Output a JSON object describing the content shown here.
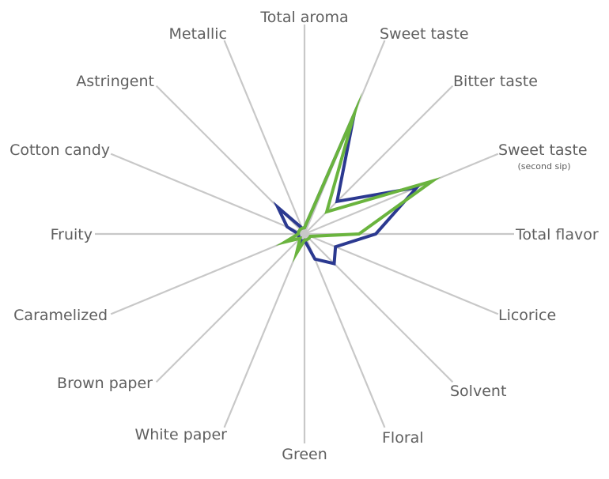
{
  "chart_data": {
    "type": "radar",
    "axes": [
      {
        "label": "Total aroma"
      },
      {
        "label": "Sweet taste"
      },
      {
        "label": "Bitter taste"
      },
      {
        "label": "Sweet taste",
        "sublabel": "(second sip)"
      },
      {
        "label": "Total flavor"
      },
      {
        "label": "Licorice"
      },
      {
        "label": "Solvent"
      },
      {
        "label": "Floral"
      },
      {
        "label": "Green"
      },
      {
        "label": "White paper"
      },
      {
        "label": "Brown paper"
      },
      {
        "label": "Caramelized"
      },
      {
        "label": "Fruity"
      },
      {
        "label": "Cotton candy"
      },
      {
        "label": "Astringent"
      },
      {
        "label": "Metallic"
      }
    ],
    "rmax": 10,
    "series": [
      {
        "color": "#2b3990",
        "values": [
          0.3,
          6.2,
          2.2,
          5.8,
          3.4,
          1.6,
          2.0,
          1.3,
          0.3,
          0.4,
          0.3,
          0.3,
          0.3,
          0.9,
          1.8,
          0.3
        ]
      },
      {
        "color": "#6ab43e",
        "values": [
          0.3,
          6.2,
          1.5,
          6.6,
          2.6,
          0.3,
          0.3,
          0.3,
          0.3,
          1.0,
          0.3,
          1.0,
          0.3,
          0.3,
          0.3,
          0.3
        ]
      }
    ],
    "grid": false,
    "legend": "none"
  }
}
